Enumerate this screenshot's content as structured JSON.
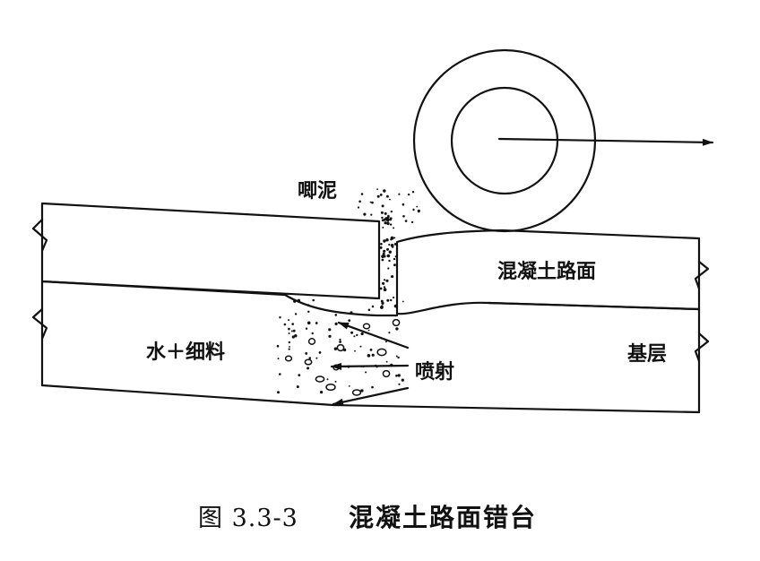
{
  "colors": {
    "ink": "#111111",
    "background": "#ffffff"
  },
  "labels": {
    "pumping_mud": "唧泥",
    "concrete_pavement": "混凝土路面",
    "water_fines": "水＋细料",
    "base_layer": "基层",
    "spray": "喷射"
  },
  "caption": {
    "number": "图 3.3-3",
    "title": "混凝土路面错台"
  },
  "icons": {
    "wheel": "wheel-circle",
    "travel_direction": "right-arrow"
  }
}
